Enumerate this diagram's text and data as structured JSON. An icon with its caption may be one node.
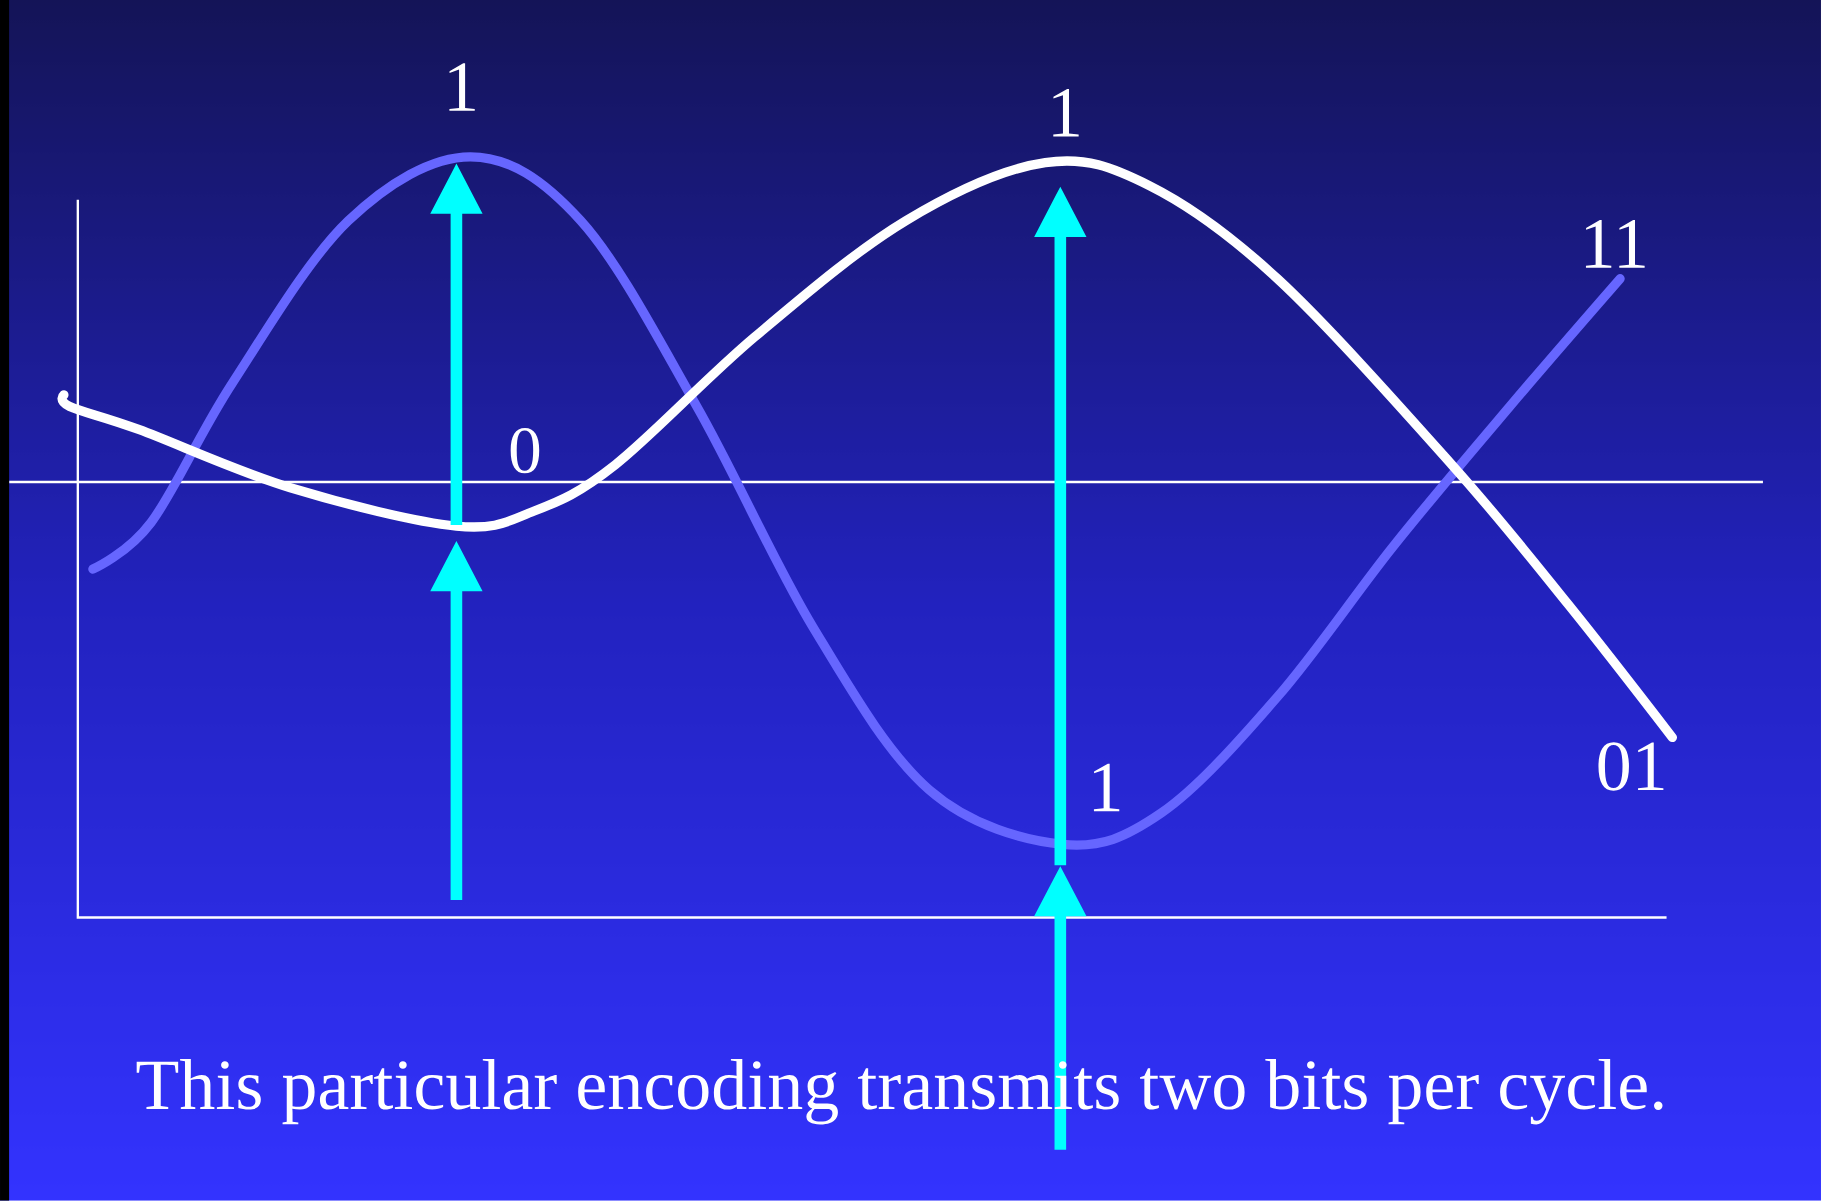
{
  "diagram": {
    "caption": "This particular encoding transmits two bits per cycle.",
    "labels": [
      "1",
      "1",
      "11",
      "0",
      "1",
      "01"
    ]
  }
}
